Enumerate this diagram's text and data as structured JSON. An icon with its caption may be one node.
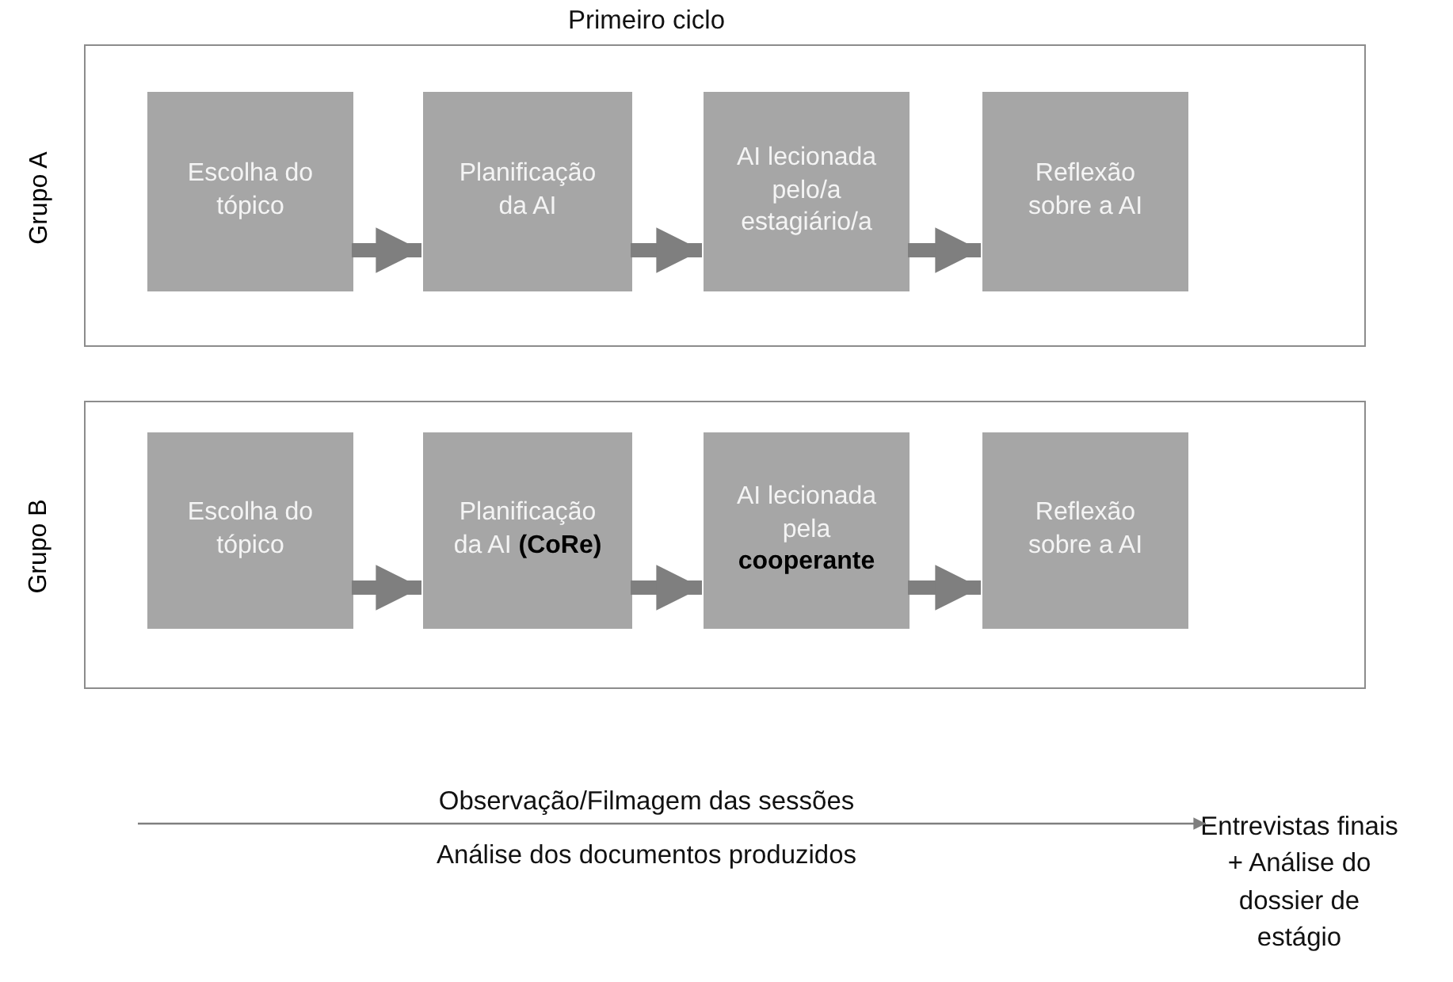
{
  "diagram": {
    "nodes": [
      {
        "text": [
          "Grupo A"
        ]
      },
      {
        "text": [
          "Escolha do tópico"
        ],
        "in": 0
      },
      {
        "text": [
          "Planificação da AI"
        ],
        "in": 0
      },
      {
        "text": [
          "AI lecionada pelo/a estagiário/a"
        ],
        "in": 0
      },
      {
        "text": [
          "Reflexão sobre a AI"
        ],
        "in": 0
      },
      {
        "text": [
          "Grupo B"
        ]
      },
      {
        "text": [
          "Escolha do tópico"
        ],
        "in": 5
      },
      {
        "text": [
          "Planificação da AI **(CoRe)**"
        ],
        "in": 5
      },
      {
        "text": [
          "AI lecionada pela **cooperante**"
        ],
        "in": 5
      },
      {
        "text": [
          "Reflexão sobre a AI"
        ],
        "in": 5
      },
      {
        "text": [
          "Entrevistas finais + Análise do dossier de estágio"
        ]
      }
    ],
    "edges": [
      {
        "from": 1,
        "to": 2,
        "arrow": "to"
      },
      {
        "from": 2,
        "to": 3,
        "arrow": "to"
      },
      {
        "from": 3,
        "to": 4,
        "arrow": "to"
      },
      {
        "from": 6,
        "to": 7,
        "arrow": "to"
      },
      {
        "from": 7,
        "to": 8,
        "arrow": "to"
      },
      {
        "from": 8,
        "to": 9,
        "arrow": "to"
      },
      {
        "from": null,
        "to": 10,
        "arrow": "to"
      }
    ],
    "labels": [
      "Primeiro ciclo",
      "Observação/Filmagem das sessões",
      "Análise dos documentos produzidos"
    ]
  }
}
